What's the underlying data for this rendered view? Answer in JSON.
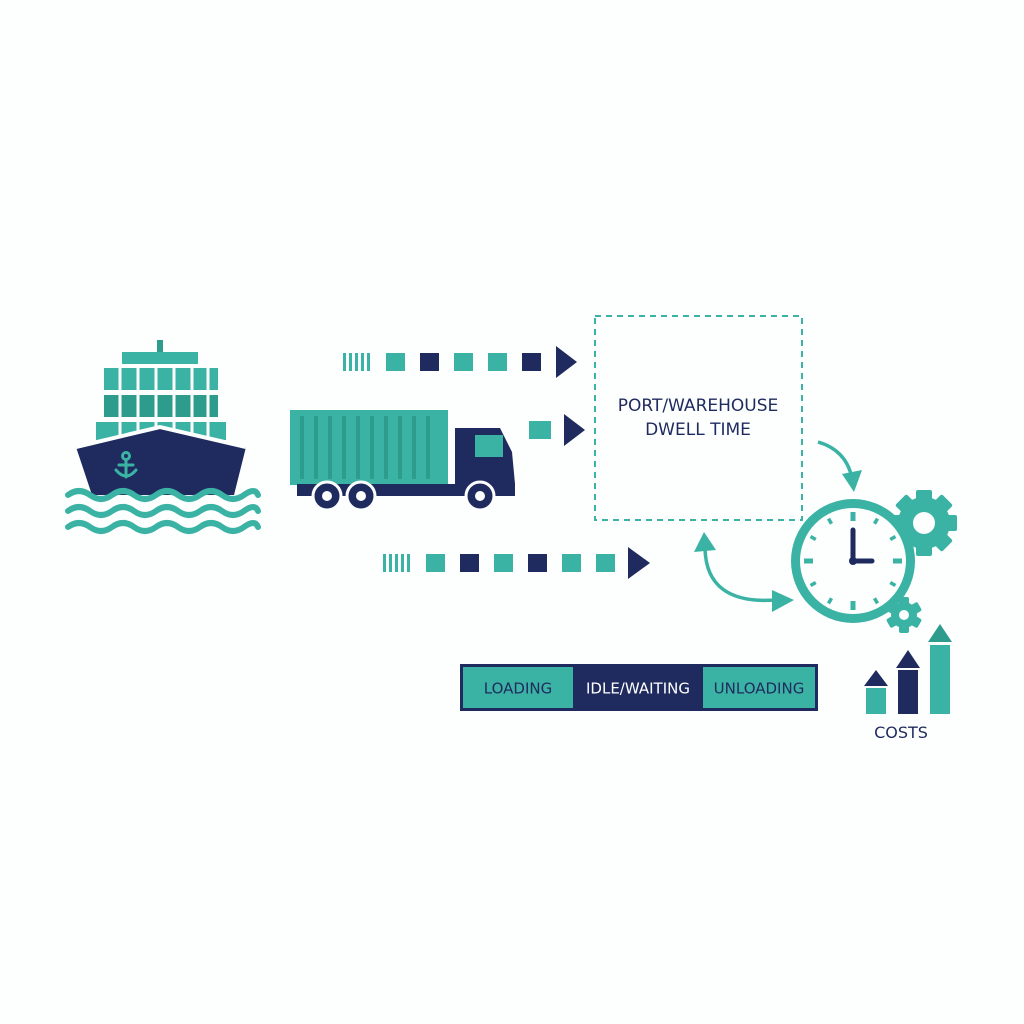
{
  "colors": {
    "teal": "#3bb3a4",
    "teal_dark": "#2e9c8c",
    "navy": "#1f2b5e",
    "background": "#fdfefe"
  },
  "icons": {
    "ship": "container-ship-icon",
    "truck": "container-truck-icon",
    "clock": "clock-icon",
    "gears": "gear-icon",
    "costs": "rising-bar-chart-icon"
  },
  "dwell_box": {
    "line1": "PORT/WAREHOUSE",
    "line2": "DWELL TIME"
  },
  "timeline": [
    {
      "label": "LOADING",
      "color": "#3bb3a4",
      "text_color": "#1f2b5e"
    },
    {
      "label": "IDLE/WAITING",
      "color": "#1f2b5e",
      "text_color": "#ffffff"
    },
    {
      "label": "UNLOADING",
      "color": "#3bb3a4",
      "text_color": "#1f2b5e"
    }
  ],
  "costs_label": "COSTS"
}
